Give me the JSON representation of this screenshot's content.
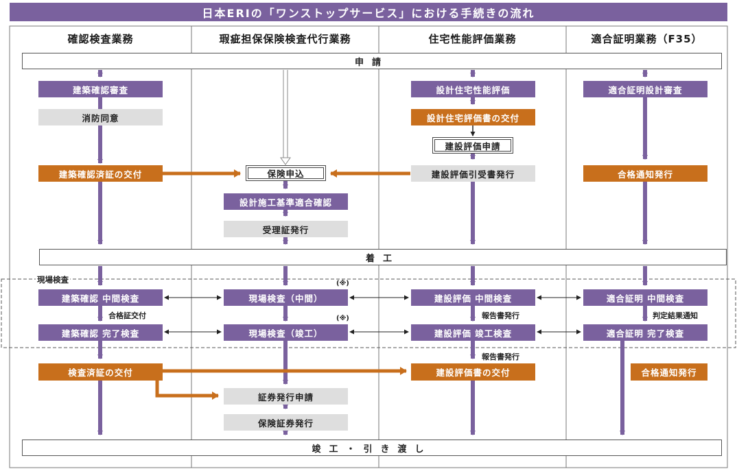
{
  "title": "日本ERIの「ワンストップサービス」における手続きの流れ",
  "columns": [
    "確認検査業務",
    "瑕疵担保保険検査代行業務",
    "住宅性能評価業務",
    "適合証明業務（F35）"
  ],
  "bands": {
    "shinsei": "申請",
    "chakko": "着工",
    "shunko": "竣工・引き渡し"
  },
  "genba_label": "現場検査",
  "col1": {
    "kenchiku_kakunin_shinsa": "建築確認審査",
    "shobo_doi": "消防同意",
    "kakunin_sumisho": "建築確認済証の交付",
    "chukan": "建築確認 中間検査",
    "goukaku_note": "合格証交付",
    "kanryo": "建築確認 完了検査",
    "kensa_sumisho": "検査済証の交付"
  },
  "col2": {
    "hoken_moushikomi": "保険申込",
    "sekkei_seko": "設計施工基準適合確認",
    "juri": "受理証発行",
    "genba_chukan": "現場検査（中間）",
    "genba_shunko": "現場検査（竣工）",
    "note_mark1": "(※)",
    "note_mark2": "(※)",
    "shoken_shinsei": "証券発行申請",
    "shoken_hakko": "保険証券発行"
  },
  "col3": {
    "sekkei_seino": "設計住宅性能評価",
    "sekkei_hyokasho": "設計住宅評価書の交付",
    "kensetsu_shinsei": "建設評価申請",
    "hikiuke": "建設評価引受書発行",
    "chukan": "建設評価 中間検査",
    "houkoku1": "報告書発行",
    "shunko": "建設評価 竣工検査",
    "houkoku2": "報告書発行",
    "hyokasho": "建設評価書の交付"
  },
  "col4": {
    "sekkei_shinsa": "適合証明設計審査",
    "goukaku1": "合格通知発行",
    "chukan": "適合証明 中間検査",
    "hantei": "判定結果通知",
    "kanryo": "適合証明 完了検査",
    "goukaku2": "合格通知発行"
  },
  "colors": {
    "purple": "#7a619e",
    "orange": "#c86f1c",
    "gray": "#dedede"
  }
}
